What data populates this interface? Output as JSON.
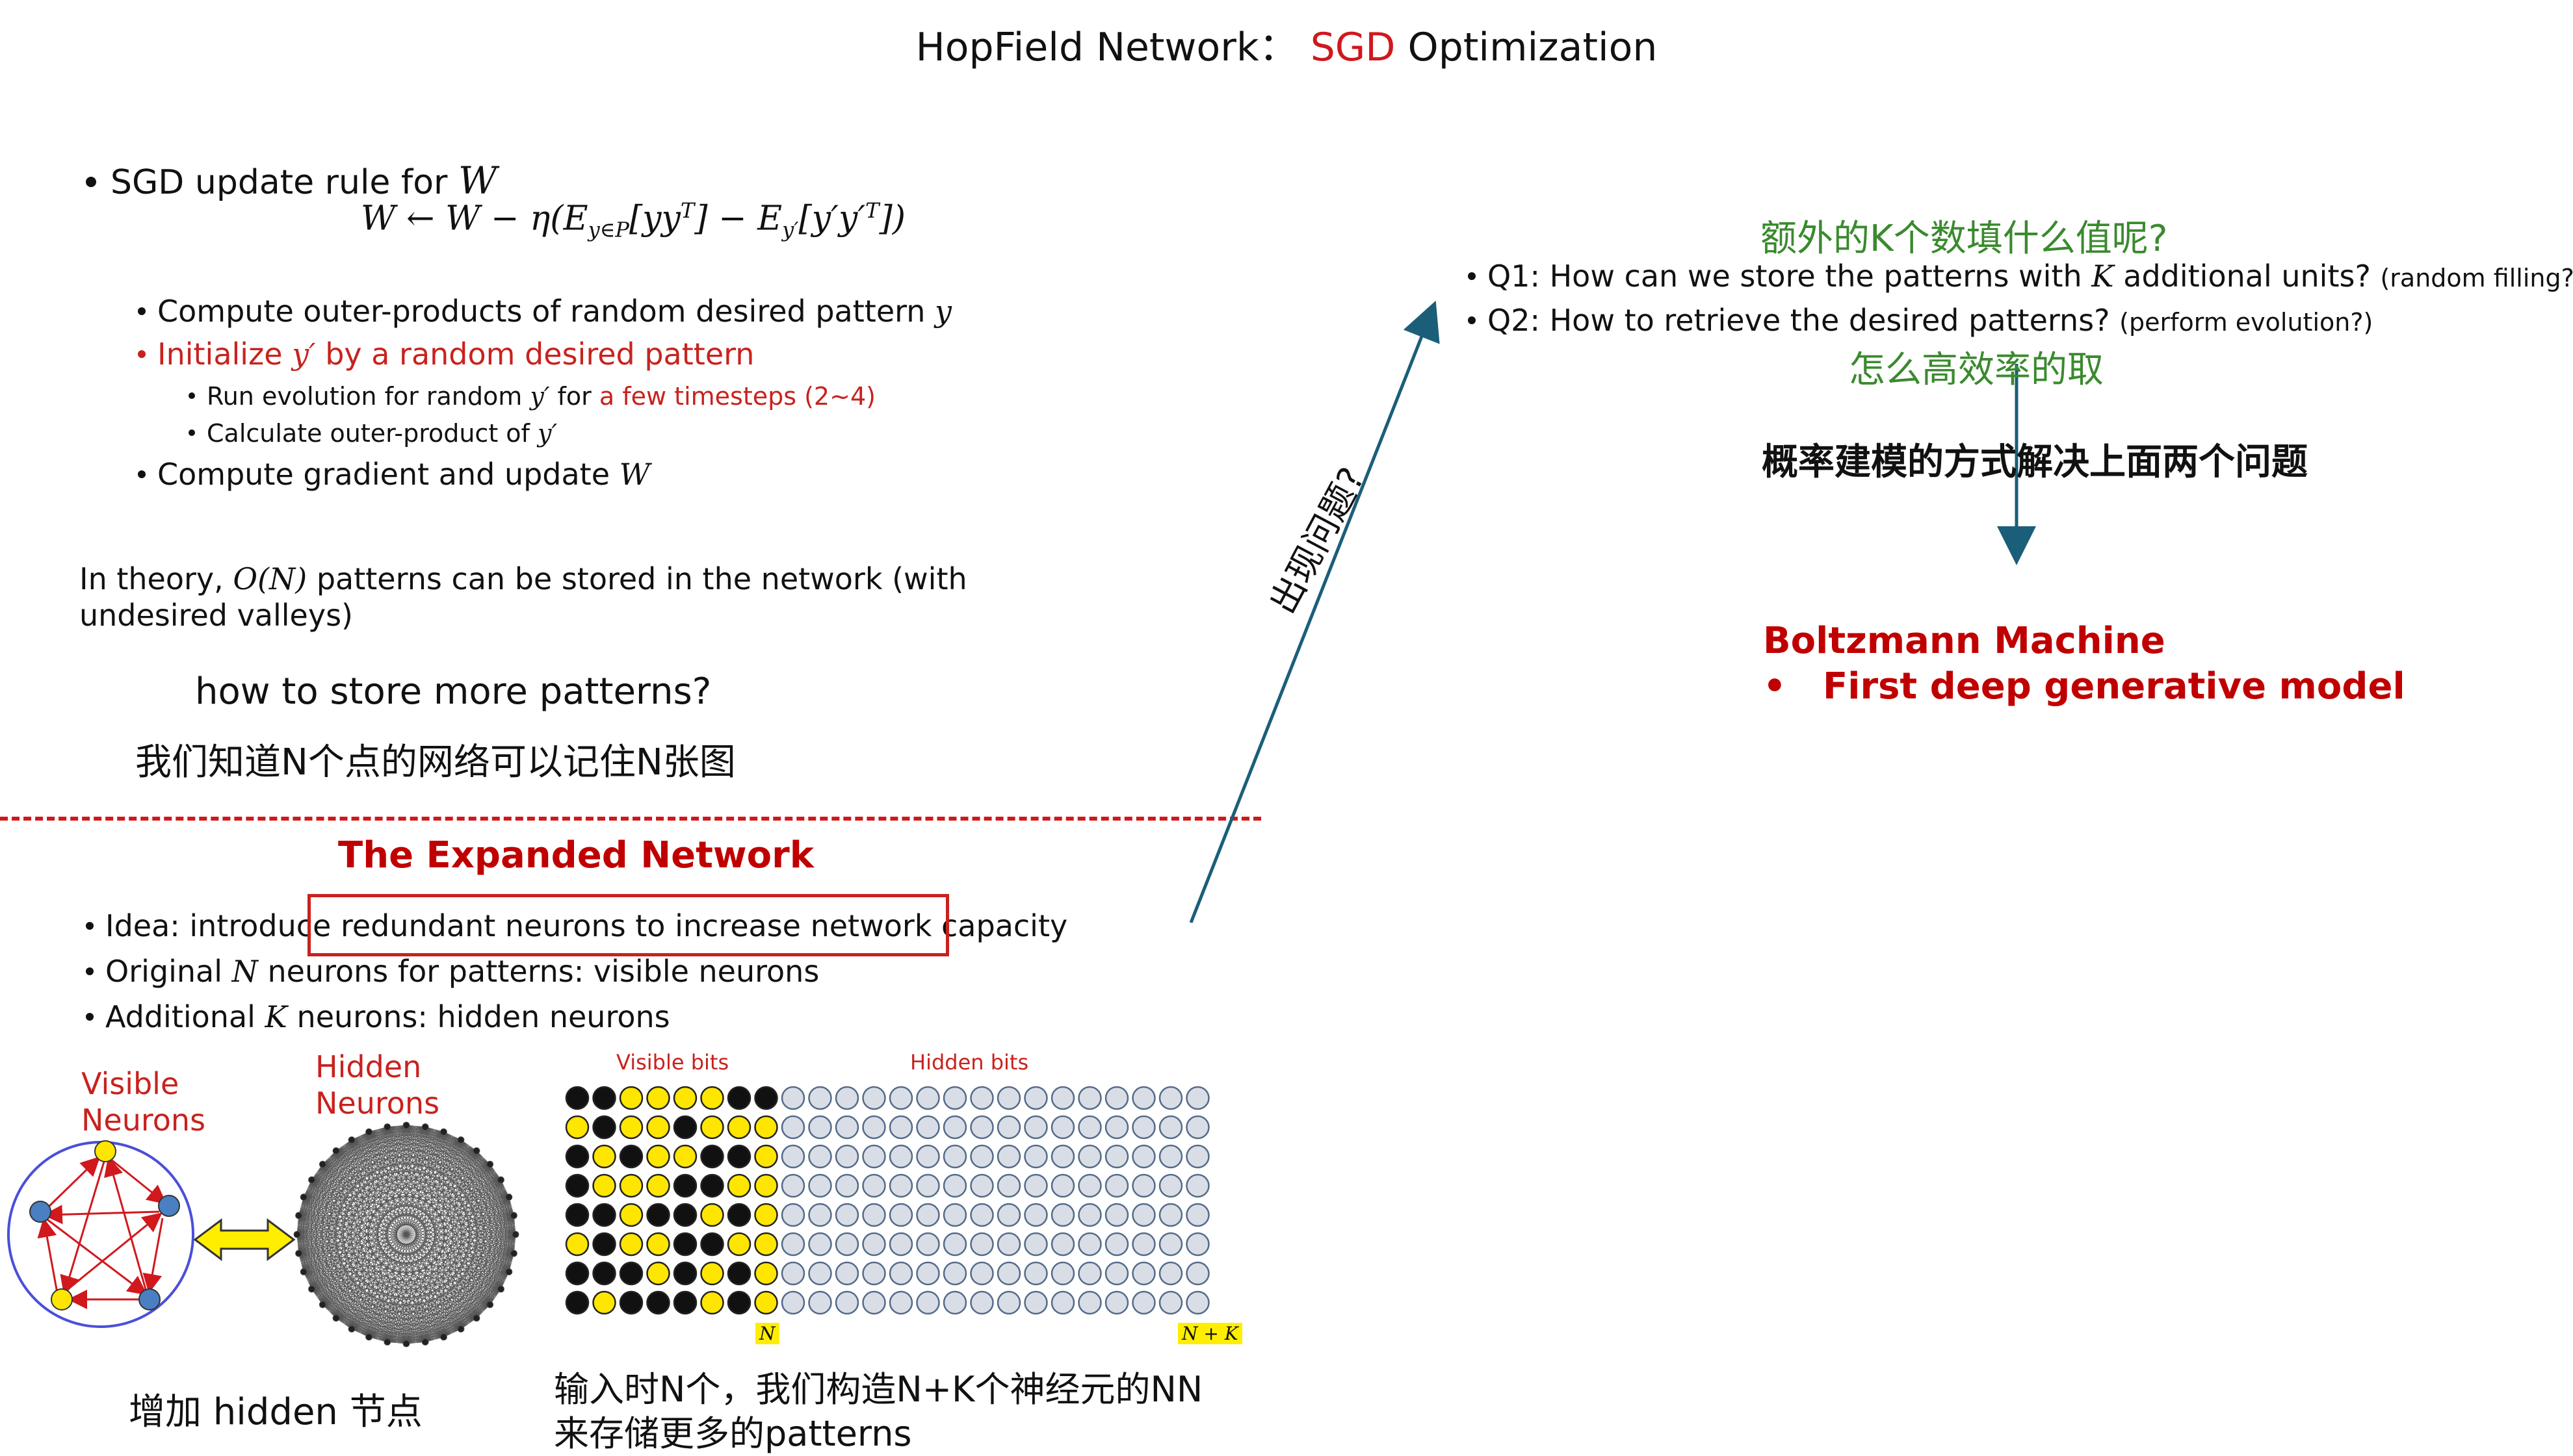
{
  "title": {
    "left": "HopField Network：",
    "accent": "SGD",
    "right": " Optimization"
  },
  "sgd": {
    "heading": "SGD update rule for ",
    "heading_var": "W",
    "formula": "W ← W − η(E_{y∈P}[yy^T] − E_{y'}[y'y'^T])",
    "steps": [
      {
        "text": "Compute outer-products of random desired pattern ",
        "var": "y"
      },
      {
        "text": "Initialize ",
        "var": "y′",
        "text2": " by a random desired pattern",
        "red": true
      },
      {
        "text": "Run evolution for random ",
        "var": "y′",
        "text2": " for ",
        "red_tail": "a few timesteps (2~4)"
      },
      {
        "text": "Calculate outer-product of ",
        "var": "y′"
      },
      {
        "text": "Compute gradient and update ",
        "var": "W"
      }
    ],
    "theory_line1_pre": "In theory, ",
    "theory_var": "O(N)",
    "theory_line1_post": " patterns can be stored in the network (with",
    "theory_line2": "undesired valleys)",
    "question": "how to store more patterns?",
    "note_cn": "我们知道N个点的网络可以记住N张图"
  },
  "expanded": {
    "title": "The Expanded Network",
    "bullets": [
      {
        "pre": "Idea: introduce ",
        "boxed": "redundant neurons to increase network capacity"
      },
      {
        "pre": "Original ",
        "var": "N",
        "post": " neurons for patterns: visible neurons"
      },
      {
        "pre": "Additional ",
        "var": "K",
        "post": " neurons: hidden neurons"
      }
    ],
    "visible_label": [
      "Visible",
      "Neurons"
    ],
    "hidden_label": [
      "Hidden",
      "Neurons"
    ],
    "caption_left": "增加 hidden 节点",
    "grid_visible": "Visible bits",
    "grid_hidden": "Hidden bits",
    "tag_n": "N",
    "tag_nk": "N + K",
    "caption_right_1": "输入时N个，我们构造N+K个神经元的NN",
    "caption_right_2": "来存储更多的patterns"
  },
  "arrow_label": "出现问题?",
  "right": {
    "cn_q1": "额外的K个数填什么值呢?",
    "q1_pre": "Q1: How can we store the patterns with ",
    "q1_var": "K",
    "q1_post": " additional units?",
    "q1_note": "(random filling?)",
    "q2": "Q2: How to retrieve the desired patterns?",
    "q2_note": "(perform evolution?)",
    "cn_q2": "怎么高效率的取",
    "cn_main": "概率建模的方式解决上面两个问题",
    "bm_title": "Boltzmann Machine",
    "bm_bullet": "First deep generative model"
  },
  "colors": {
    "red": "#c8221e",
    "green": "#3a8a2e",
    "arrow": "#1b5e7a",
    "yellow": "#ffe600",
    "node_blue": "#4a7fc1"
  },
  "grid_patterns": [
    [
      1,
      1,
      0,
      0,
      0,
      0,
      1,
      1
    ],
    [
      0,
      1,
      0,
      0,
      1,
      0,
      0,
      0
    ],
    [
      1,
      0,
      1,
      0,
      0,
      1,
      1,
      0
    ],
    [
      1,
      0,
      0,
      0,
      1,
      1,
      0,
      0
    ],
    [
      1,
      1,
      0,
      1,
      1,
      0,
      1,
      0
    ],
    [
      0,
      1,
      0,
      0,
      1,
      1,
      0,
      0
    ],
    [
      1,
      1,
      1,
      0,
      1,
      0,
      1,
      0
    ],
    [
      1,
      0,
      1,
      1,
      1,
      0,
      1,
      0
    ]
  ]
}
